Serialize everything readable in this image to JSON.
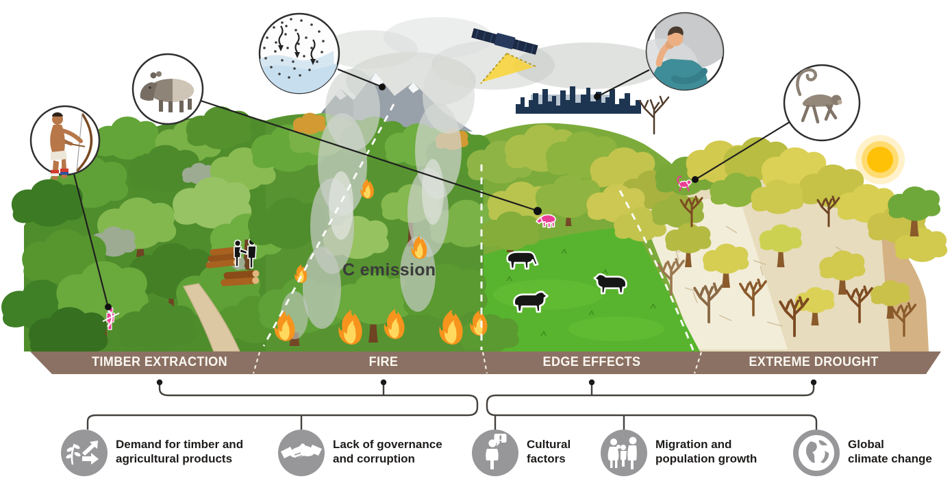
{
  "scene": {
    "c_emission_label": "C emission"
  },
  "banner": {
    "sections": [
      {
        "label": "TIMBER EXTRACTION"
      },
      {
        "label": "FIRE"
      },
      {
        "label": "EDGE EFFECTS"
      },
      {
        "label": "EXTREME DROUGHT"
      }
    ]
  },
  "drivers": [
    {
      "line1": "Demand for timber and",
      "line2": "agricultural products",
      "icon": "sapling-branching-arrows-icon"
    },
    {
      "line1": "Lack of governance",
      "line2": "and corruption",
      "icon": "handshake-icon"
    },
    {
      "line1": "Cultural",
      "line2": "factors",
      "icon": "person-speech-exclamation-icon"
    },
    {
      "line1": "Migration and",
      "line2": "population growth",
      "icon": "family-icon"
    },
    {
      "line1": "Global",
      "line2": "climate change",
      "icon": "globe-icon"
    }
  ],
  "callouts": [
    {
      "icon": "hunter-with-bow-icon"
    },
    {
      "icon": "tapir-icon"
    },
    {
      "icon": "carbon-deposition-on-snow-icon"
    },
    {
      "icon": "satellite-icon"
    },
    {
      "icon": "coughing-person-icon"
    },
    {
      "icon": "monkey-icon"
    }
  ],
  "colors": {
    "banner_brown": "#8b7163",
    "driver_circle_gray": "#97979a",
    "highlight_pink": "#ea3e96",
    "pasture_green": "#58b42e",
    "flame_orange": "#f7941d",
    "city_navy": "#1d3551",
    "soil_beige": "#e7dcbd",
    "text_dark": "#1d1b1a"
  }
}
